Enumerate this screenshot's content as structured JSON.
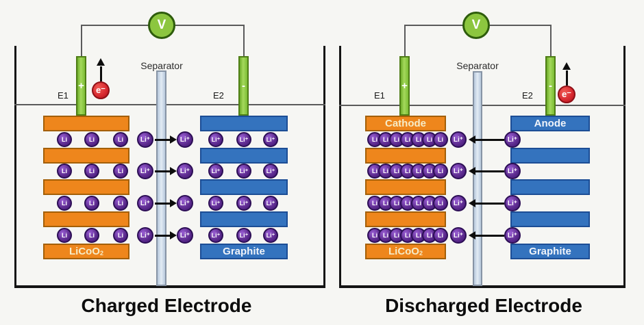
{
  "title": "Lithium-ion battery charged vs discharged electrode diagram",
  "colors": {
    "background": "#f6f6f3",
    "orange": "#ee861c",
    "blue": "#3473be",
    "purple": "#5f2d91",
    "green": "#8cc63f",
    "red": "#d7282f",
    "separator_fill": "#ccdcec",
    "wire": "#5a5a5a",
    "tank_border": "#141414"
  },
  "panels": [
    {
      "caption": "Charged Electrode",
      "voltmeter_label": "V",
      "separator_label": "Separator",
      "electrode_left": {
        "label": "E1",
        "sign": "+"
      },
      "electrode_right": {
        "label": "E2",
        "sign": "-"
      },
      "electron_label": "e⁻",
      "electron_position": "left",
      "cathode_stack": {
        "top_bar_label": "",
        "bottom_bar_label": "LiCoO",
        "bottom_bar_subscript": "2",
        "ion_label": "Li",
        "ions_per_row": 3,
        "ion_rows": 4,
        "bar_count": 5
      },
      "anode_stack": {
        "top_bar_label": "",
        "bottom_bar_label": "Graphite",
        "bottom_bar_subscript": "",
        "ion_label": "Li⁺",
        "ions_per_row": 3,
        "ion_rows": 4,
        "bar_count": 5
      },
      "separator_ion_label": "Li⁺",
      "ion_flow_direction": "right"
    },
    {
      "caption": "Discharged Electrode",
      "voltmeter_label": "V",
      "separator_label": "Separator",
      "electrode_left": {
        "label": "E1",
        "sign": "+"
      },
      "electrode_right": {
        "label": "E2",
        "sign": "-"
      },
      "electron_label": "e⁻",
      "electron_position": "right",
      "cathode_stack": {
        "top_bar_label": "Cathode",
        "bottom_bar_label": "LiCoO",
        "bottom_bar_subscript": "2",
        "ion_label": "Li",
        "ions_per_row": 7,
        "ion_rows": 4,
        "bar_count": 5
      },
      "anode_stack": {
        "top_bar_label": "Anode",
        "bottom_bar_label": "Graphite",
        "bottom_bar_subscript": "",
        "ion_label": "",
        "ions_per_row": 0,
        "ion_rows": 0,
        "bar_count": 5
      },
      "separator_ion_label": "Li⁺",
      "ion_flow_direction": "left"
    }
  ]
}
